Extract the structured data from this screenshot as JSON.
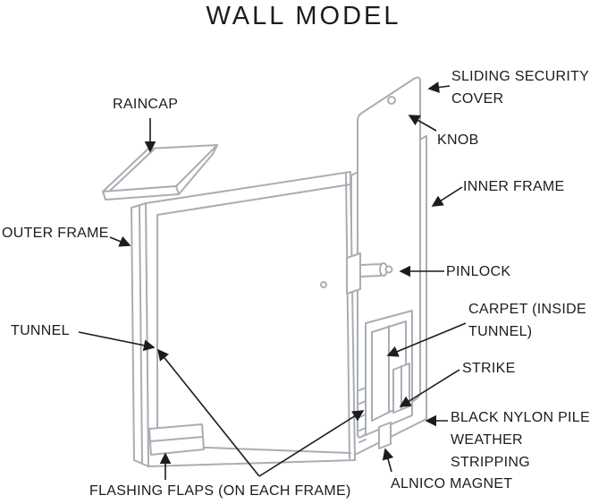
{
  "title": "WALL MODEL",
  "colors": {
    "background": "#ffffff",
    "line": "#a9aeb4",
    "label": "#1c1c1c"
  },
  "diagram": {
    "labels": {
      "raincap": "RAINCAP",
      "sliding_security_cover": "SLIDING SECURITY COVER",
      "knob": "KNOB",
      "inner_frame": "INNER FRAME",
      "outer_frame": "OUTER FRAME",
      "pinlock": "PINLOCK",
      "tunnel": "TUNNEL",
      "carpet_inside_tunnel": "CARPET (INSIDE TUNNEL)",
      "strike": "STRIKE",
      "weather_stripping": "BLACK NYLON PILE WEATHER STRIPPING",
      "alnico_magnet": "ALNICO MAGNET",
      "flashing_flaps": "FLASHING FLAPS (ON EACH FRAME)"
    }
  }
}
